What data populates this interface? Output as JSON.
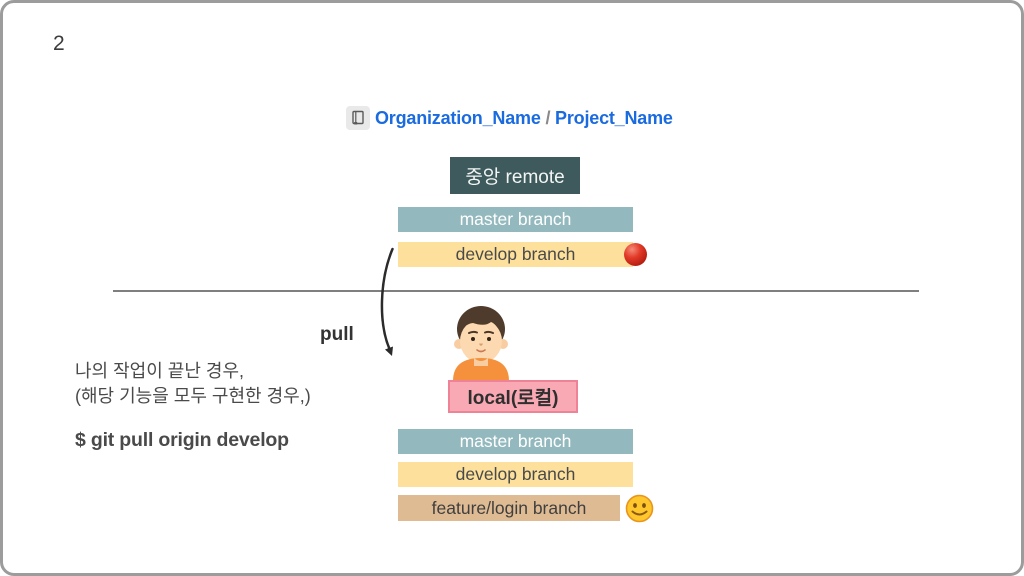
{
  "slide": {
    "page_number": "2",
    "header": {
      "icon": "repo-book-icon",
      "org_name": "Organization_Name",
      "separator": " / ",
      "project_name": "Project_Name",
      "link_color": "#1b6be0"
    },
    "remote": {
      "label": "중앙 remote",
      "box_color": "#3e5a5c",
      "branches": [
        {
          "label": "master branch",
          "color": "#93b9be",
          "text_color": "#ffffff"
        },
        {
          "label": "develop branch",
          "color": "#fce09c",
          "text_color": "#4a4a4a",
          "marker": "red-ball-icon"
        }
      ]
    },
    "pull_label": "pull",
    "arrow": {
      "from": "remote develop branch",
      "to": "local develop branch",
      "color": "#2b2b2b"
    },
    "local": {
      "label": "local(로컬)",
      "box_color": "#f9a9b4",
      "border_color": "#ee8296",
      "avatar": "person-avatar",
      "branches": [
        {
          "label": "master branch",
          "color": "#93b9be",
          "text_color": "#ffffff"
        },
        {
          "label": "develop branch",
          "color": "#fce09c",
          "text_color": "#4a4a4a"
        },
        {
          "label": "feature/login branch",
          "color": "#dfbb94",
          "text_color": "#3f3f3f",
          "marker": "smiley-icon"
        }
      ]
    },
    "note": {
      "line1": "나의 작업이 끝난 경우,",
      "line2": "(해당 기능을 모두 구현한 경우,)",
      "command": "$ git pull origin develop"
    },
    "frame": {
      "border_color": "#9c9c9c",
      "background": "#ffffff",
      "divider_color": "#7f7f7f"
    }
  }
}
